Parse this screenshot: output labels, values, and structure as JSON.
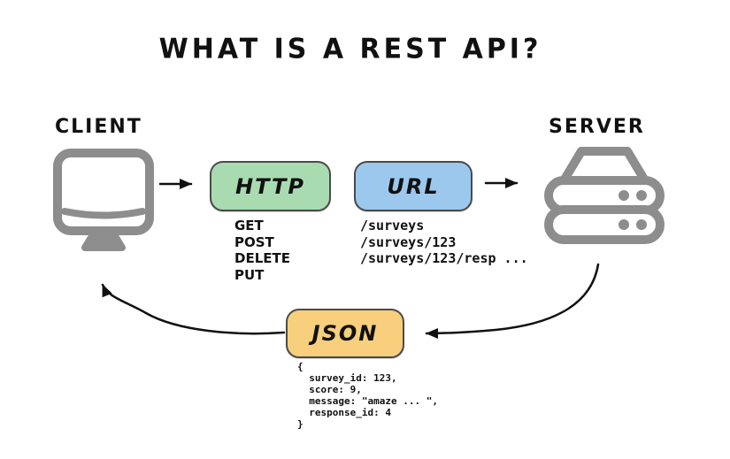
{
  "title": "WHAT IS A REST API?",
  "client": {
    "label": "CLIENT",
    "icon": "monitor-icon",
    "icon_color": "#8d8d8d"
  },
  "server": {
    "label": "SERVER",
    "icon": "server-icon",
    "icon_color": "#8d8d8d"
  },
  "http": {
    "label": "HTTP",
    "fill_color": "#a9dbb0",
    "methods": [
      "GET",
      "POST",
      "DELETE",
      "PUT"
    ]
  },
  "url": {
    "label": "URL",
    "fill_color": "#9dc8ee",
    "examples": [
      "/surveys",
      "/surveys/123",
      "/surveys/123/resp ..."
    ]
  },
  "json": {
    "label": "JSON",
    "fill_color": "#f7cf7d",
    "code": "{\n  survey_id: 123,\n  score: 9,\n  message: \"amaze ... \",\n  response_id: 4\n}"
  },
  "arrow_color": "#111111"
}
